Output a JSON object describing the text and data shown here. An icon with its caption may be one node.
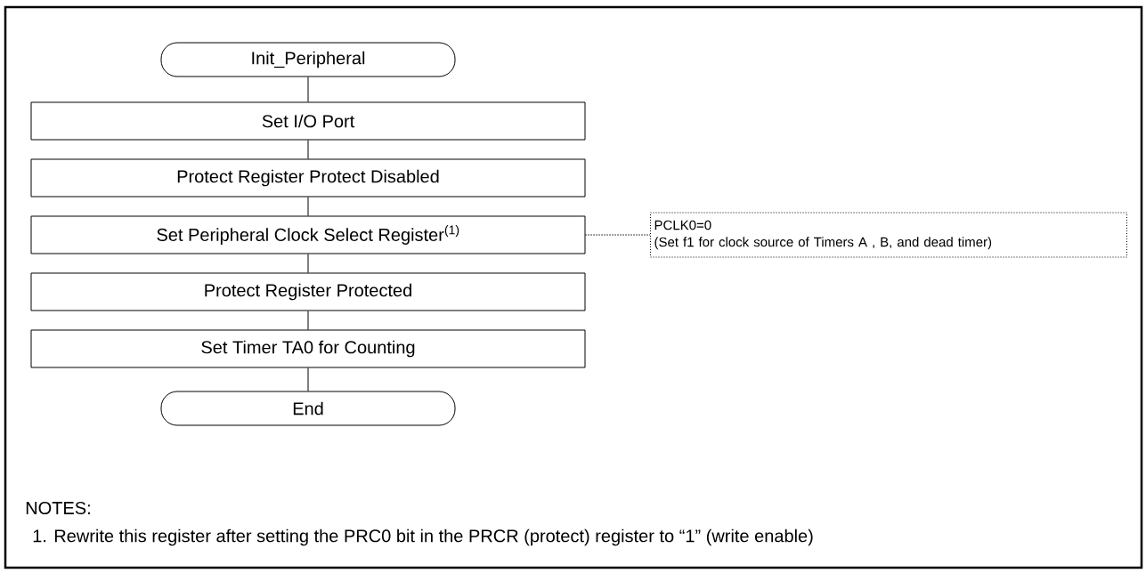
{
  "diagram": {
    "nodes": [
      {
        "text": [
          "Init_Peripheral"
        ]
      },
      {
        "text": [
          "Set I/O Port"
        ]
      },
      {
        "text": [
          "Protect Register   Protect Disabled"
        ]
      },
      {
        "text": [
          "Set Peripheral Clock Select Register$^{(1)}$"
        ]
      },
      {
        "text": [
          "Protect Register   Protected"
        ]
      },
      {
        "text": [
          "Set Timer TA0 for Counting"
        ]
      },
      {
        "text": [
          "End"
        ]
      },
      {
        "text": [
          "PCLK0=0",
          "(Set f1 for clock source of Timers A , B, and dead timer)"
        ]
      }
    ],
    "edges": [
      {
        "from": 0,
        "to": 1,
        "arrow": "none"
      },
      {
        "from": 1,
        "to": 2,
        "arrow": "none"
      },
      {
        "from": 2,
        "to": 3,
        "arrow": "none"
      },
      {
        "from": 3,
        "to": 4,
        "arrow": "none"
      },
      {
        "from": 4,
        "to": 5,
        "arrow": "none"
      },
      {
        "from": 5,
        "to": 6,
        "arrow": "none"
      },
      {
        "from": 3,
        "to": 7,
        "arrow": "none",
        "style": "dashed"
      }
    ],
    "labels": [
      "NOTES:",
      "1. Rewrite this register after setting the PRC0 bit in the PRCR (protect) register to “1” (write enable)"
    ]
  }
}
